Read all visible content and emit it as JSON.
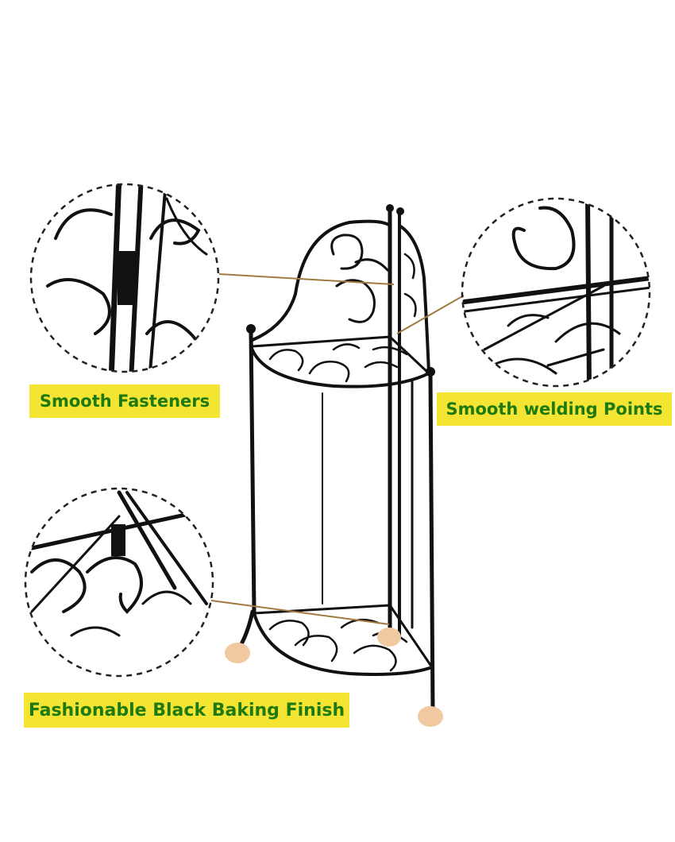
{
  "colors": {
    "background": "#ffffff",
    "metal": "#111111",
    "label_bg": "#f5e533",
    "label_text": "#1e7a10",
    "leader_line": "#a07a40",
    "foot_pad": "#f0c9a0",
    "callout_border": "#222222"
  },
  "callouts": {
    "fasteners": {
      "text": "Smooth Fasteners"
    },
    "welding": {
      "text": "Smooth welding Points"
    },
    "finish": {
      "text": "Fashionable Black Baking Finish"
    }
  }
}
